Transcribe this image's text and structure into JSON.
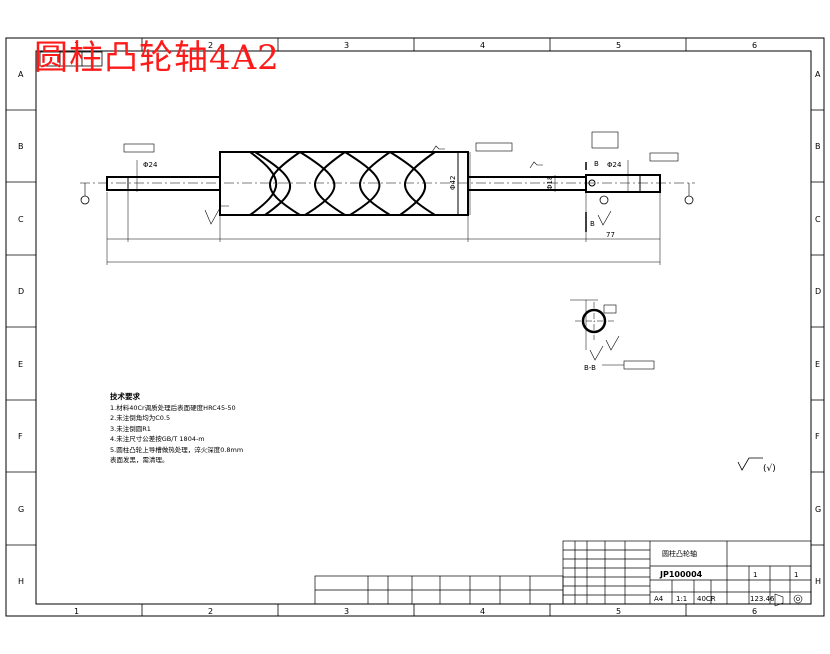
{
  "title": "圆柱凸轮轴4A2",
  "frame": {
    "columns": [
      "1",
      "2",
      "3",
      "4",
      "5",
      "6"
    ],
    "rows": [
      "A",
      "B",
      "C",
      "D",
      "E",
      "F",
      "G",
      "H"
    ]
  },
  "dimensions": {
    "dia_left": "Φ24",
    "dia_right": "Φ24",
    "dia_cam": "Φ42",
    "dia_mid": "Φ18",
    "len_right": "77",
    "section_ref_top": "B",
    "section_ref_bottom": "B",
    "section_label": "B-B"
  },
  "notes": {
    "heading": "技术要求",
    "items": [
      "1.材料40Cr调质处理后表面硬度HRC45-50",
      "2.未注倒角均为C0.5",
      "3.未注倒圆R1",
      "4.未注尺寸公差按GB/T 1804-m",
      "5.圆柱凸轮上导槽做热处理，淬火深度0.8mm",
      "表面发黑，需清理。"
    ]
  },
  "roughness_note": "(√)",
  "title_block": {
    "part_name": "圆柱凸轮轴",
    "drawing_no": "JP100004",
    "scale": "1:1",
    "material": "40CR",
    "format": "A4",
    "sheet": "1",
    "sheets": "1",
    "mass": "123.46"
  }
}
